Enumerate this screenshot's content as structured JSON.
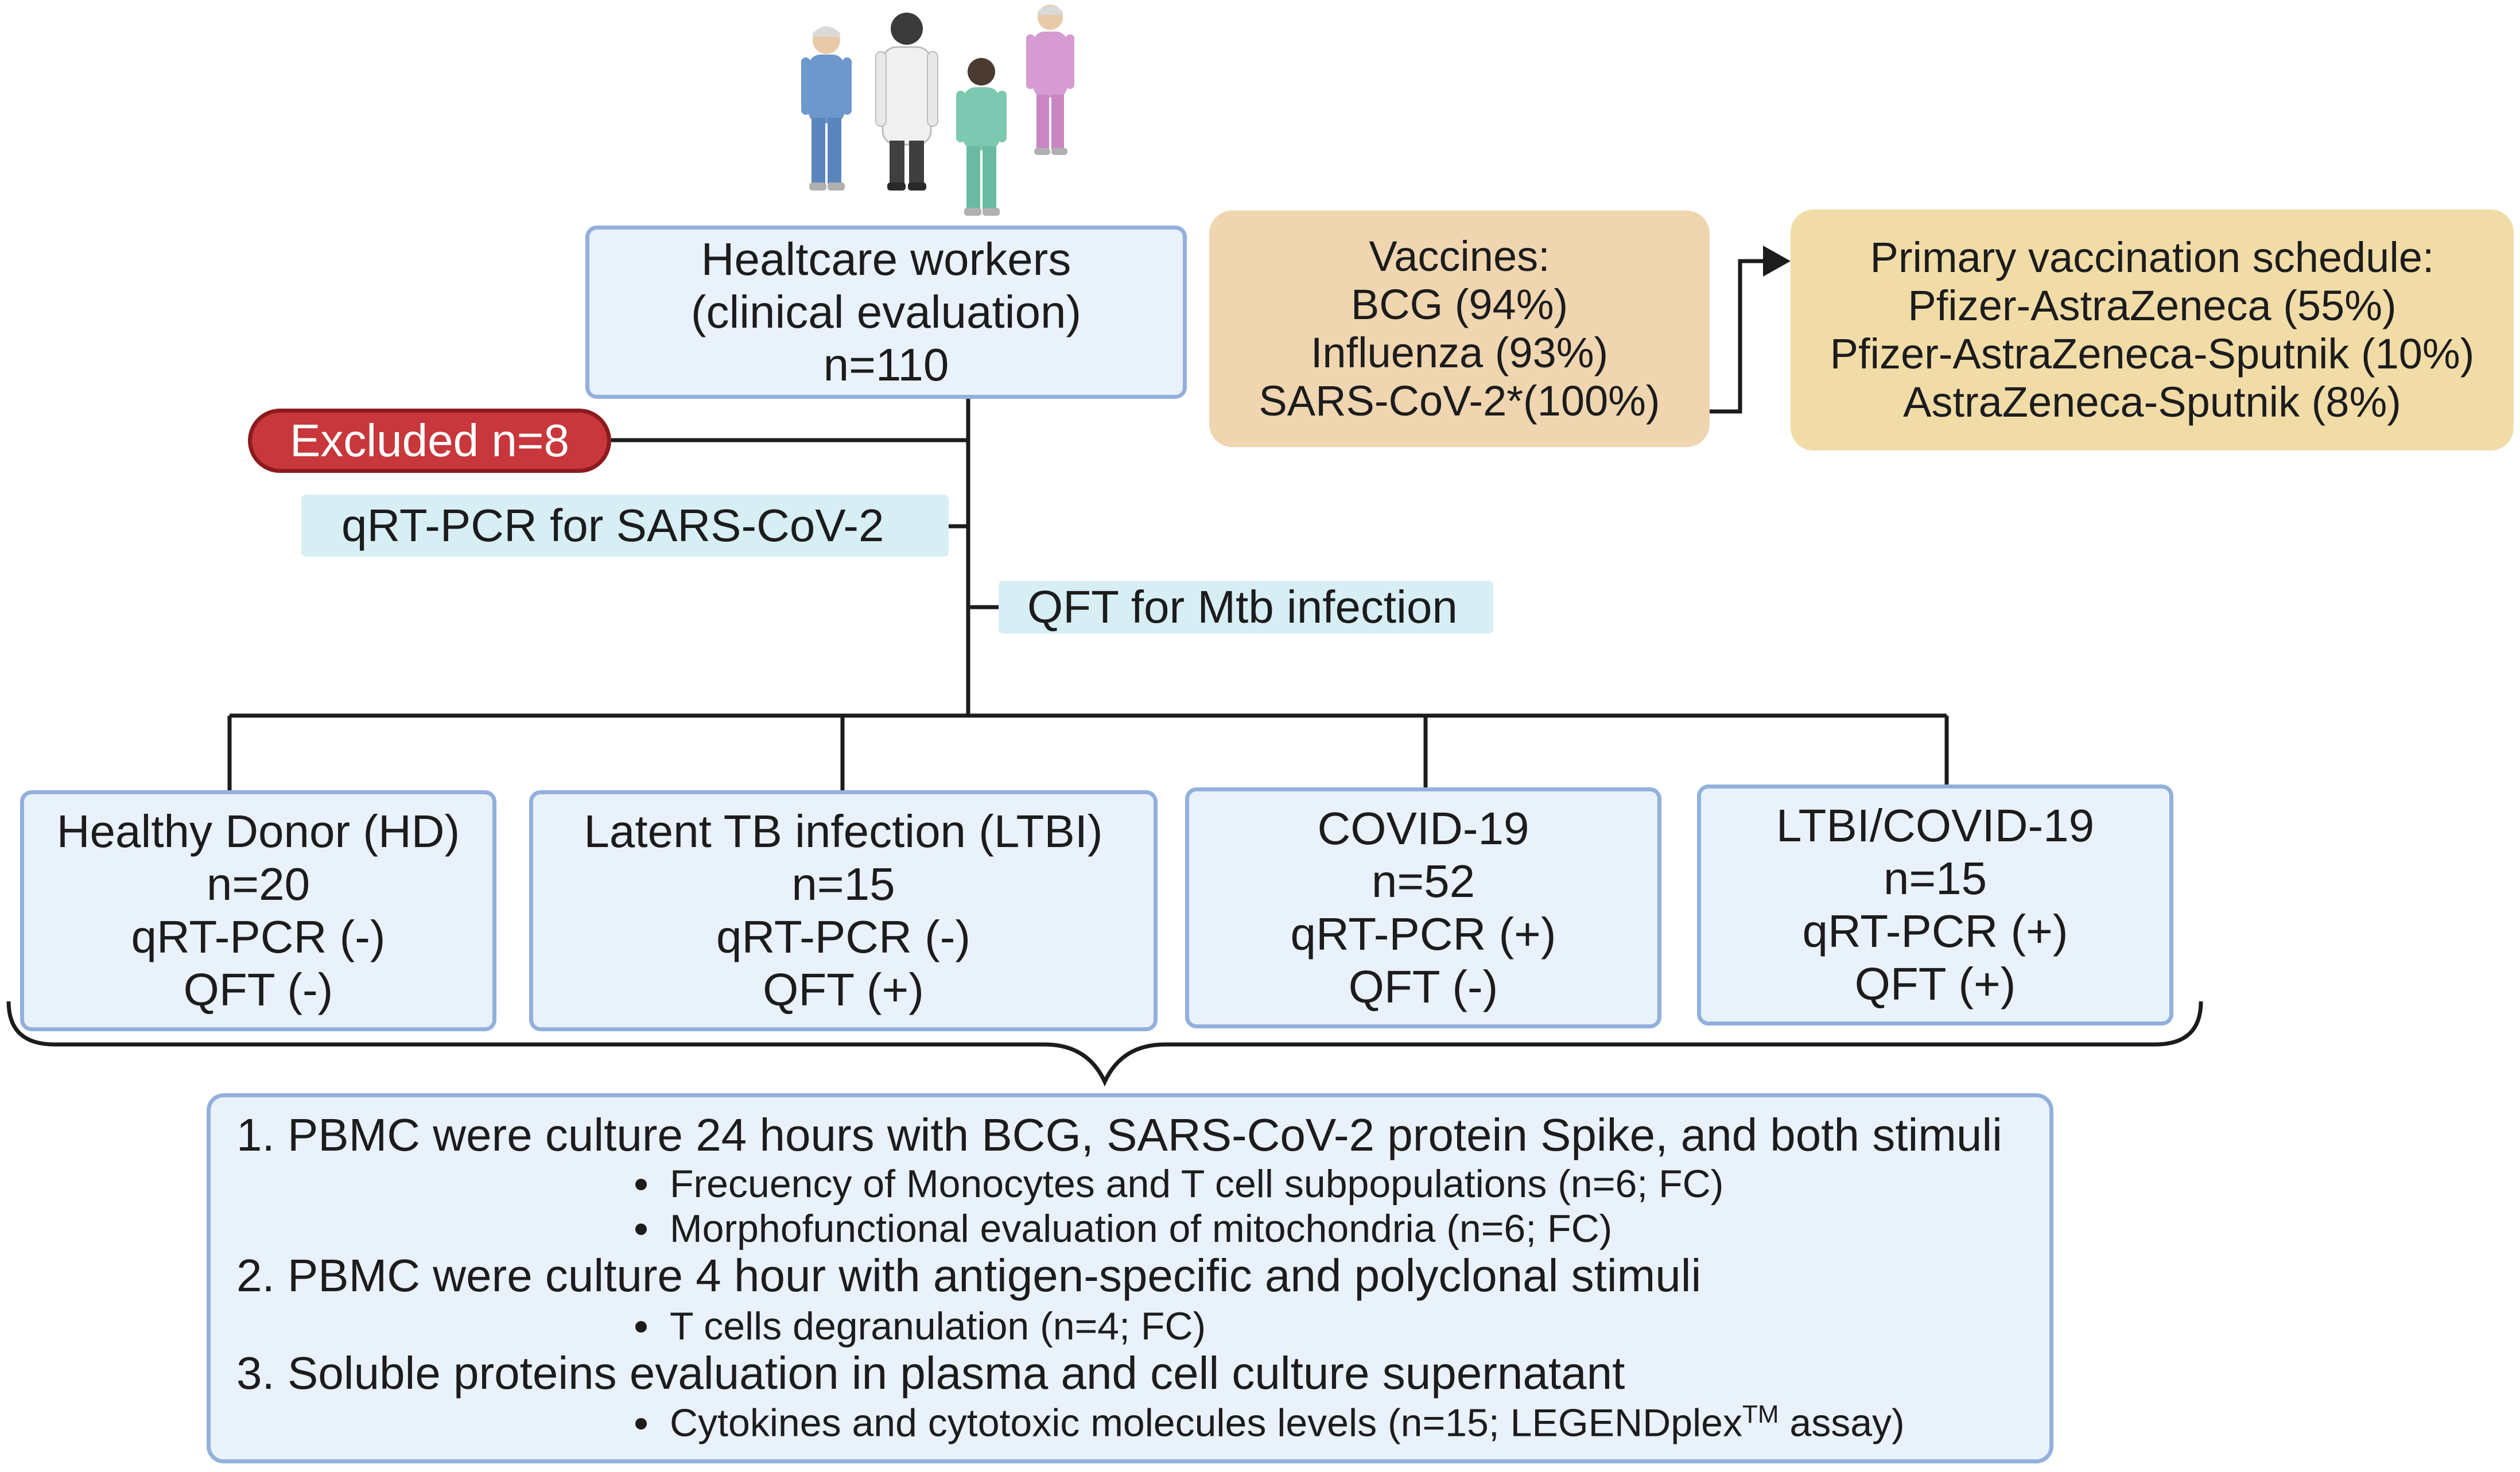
{
  "root": {
    "line1": "Healtcare workers",
    "line2": "(clinical evaluation)",
    "line3": "n=110"
  },
  "excluded": "Excluded n=8",
  "qrtpcr_tag": "qRT-PCR for SARS-CoV-2",
  "qft_tag": "QFT for Mtb infection",
  "vaccines": {
    "title": "Vaccines:",
    "items": [
      "BCG  (94%)",
      "Influenza (93%)",
      "SARS-CoV-2*(100%)"
    ]
  },
  "schedule": {
    "title": "Primary vaccination schedule:",
    "items": [
      "Pfizer-AstraZeneca (55%)",
      "Pfizer-AstraZeneca-Sputnik (10%)",
      "AstraZeneca-Sputnik (8%)"
    ]
  },
  "groups": [
    {
      "name": "Healthy Donor (HD)",
      "n": "n=20",
      "pcr": "qRT-PCR (-)",
      "qft": "QFT (-)"
    },
    {
      "name": "Latent TB infection (LTBI)",
      "n": "n=15",
      "pcr": "qRT-PCR (-)",
      "qft": "QFT (+)"
    },
    {
      "name": "COVID-19",
      "n": "n=52",
      "pcr": "qRT-PCR (+)",
      "qft": "QFT (-)"
    },
    {
      "name": "LTBI/COVID-19",
      "n": "n=15",
      "pcr": "qRT-PCR (+)",
      "qft": "QFT (+)"
    }
  ],
  "methods": {
    "step1": "1.  PBMC were culture 24 hours with BCG, SARS-CoV-2 protein Spike, and both stimuli",
    "step1_b1": "Frecuency of Monocytes and T cell subpopulations (n=6; FC)",
    "step1_b2": "Morphofunctional evaluation of mitochondria (n=6; FC)",
    "step2": "2.  PBMC were culture 4 hour with antigen-specific and polyclonal stimuli",
    "step2_b1": "T cells degranulation (n=4; FC)",
    "step3": "3. Soluble proteins evaluation in plasma and cell culture supernatant",
    "step3_b1_pre": "Cytokines and cytotoxic molecules levels (n=15; LEGENDplex",
    "step3_b1_sup": "TM",
    "step3_b1_post": " assay)"
  },
  "colors": {
    "blue_box_fill": "#e9f1fb",
    "blue_box_border": "#93b0dc",
    "excluded_fill": "#c8373b",
    "tag_fill": "#d7eef5",
    "vaccines_fill": "#efd5b0",
    "schedule_fill": "#f1dca8"
  }
}
